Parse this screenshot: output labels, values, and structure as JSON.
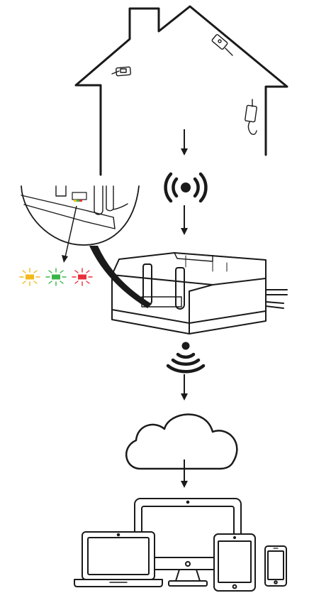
{
  "diagram": {
    "type": "iot-sensor-system-flow",
    "nodes": [
      {
        "id": "house",
        "icon": "house-icon",
        "contains": [
          "wall-sensor-1",
          "wall-sensor-2",
          "wall-sensor-3"
        ]
      },
      {
        "id": "radio-signal",
        "icon": "radio-signal-icon"
      },
      {
        "id": "gateway",
        "icon": "gateway-device-icon",
        "has": [
          "two-antennas",
          "status-led",
          "cables"
        ]
      },
      {
        "id": "wireless-signal",
        "icon": "wifi-icon"
      },
      {
        "id": "cloud",
        "icon": "cloud-icon"
      },
      {
        "id": "devices",
        "icon": "devices-icon",
        "includes": [
          "laptop",
          "desktop-monitor",
          "tablet",
          "smartphone"
        ]
      }
    ],
    "flow": [
      "house",
      "radio-signal",
      "gateway",
      "wireless-signal",
      "cloud",
      "devices"
    ],
    "status_leds": [
      {
        "state": "yellow",
        "color": "#f2b81c"
      },
      {
        "state": "green",
        "color": "#38b54a"
      },
      {
        "state": "red",
        "color": "#e8303a"
      }
    ],
    "line_color": "#1a1a1a"
  }
}
